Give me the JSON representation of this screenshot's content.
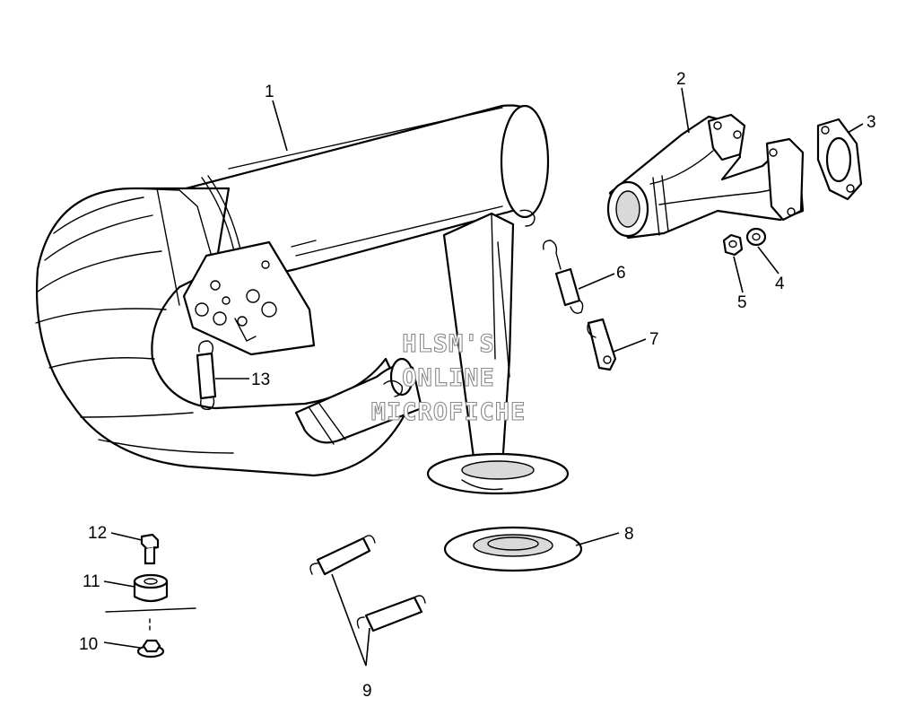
{
  "diagram": {
    "callouts": [
      "1",
      "2",
      "3",
      "4",
      "5",
      "6",
      "7",
      "8",
      "9",
      "10",
      "11",
      "12",
      "13"
    ],
    "watermark": {
      "line1": "HLSM'S",
      "line2": "ONLINE",
      "line3": "MICROFICHE"
    }
  }
}
